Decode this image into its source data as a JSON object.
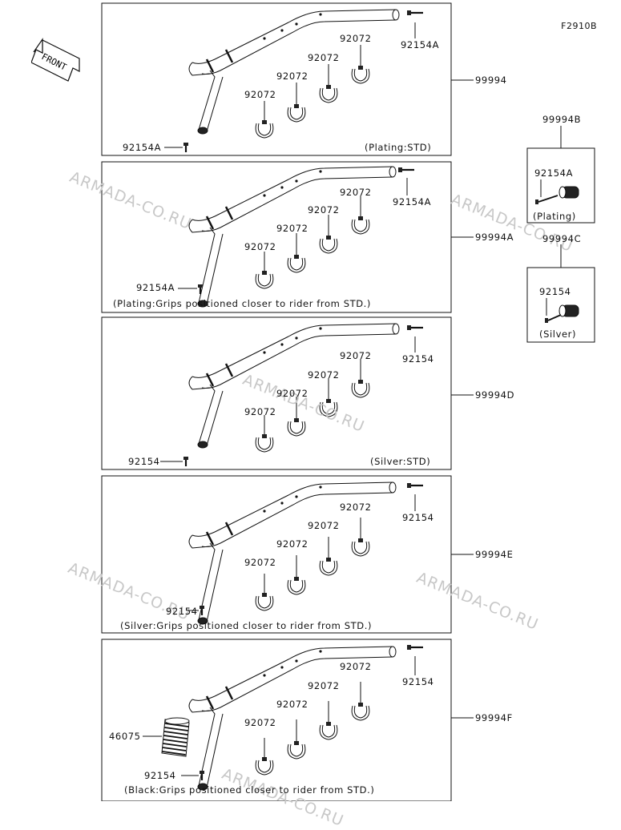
{
  "figure_id": "F2910B",
  "front_label": "FRONT",
  "watermark": "ARMADA-CO.RU",
  "panels": [
    {
      "assembly": "99994",
      "note": "(Plating:STD)",
      "bolt_top": "92154A",
      "bolt_bottom": "92154A",
      "clamps": [
        "92072",
        "92072",
        "92072",
        "92072"
      ]
    },
    {
      "assembly": "99994A",
      "note": "(Plating:Grips positioned closer to rider from STD.)",
      "bolt_top": "92154A",
      "bolt_bottom": "92154A",
      "clamps": [
        "92072",
        "92072",
        "92072",
        "92072"
      ]
    },
    {
      "assembly": "99994D",
      "note": "(Silver:STD)",
      "bolt_top": "92154",
      "bolt_bottom": "92154",
      "clamps": [
        "92072",
        "92072",
        "92072",
        "92072"
      ]
    },
    {
      "assembly": "99994E",
      "note": "(Silver:Grips positioned closer to rider from STD.)",
      "bolt_top": "92154",
      "bolt_bottom": "92154",
      "clamps": [
        "92072",
        "92072",
        "92072",
        "92072"
      ]
    },
    {
      "assembly": "99994F",
      "note": "(Black:Grips positioned closer to rider from STD.)",
      "bolt_top": "92154",
      "bolt_bottom": "92154",
      "clamps": [
        "92072",
        "92072",
        "92072",
        "92072"
      ],
      "grip": "46075"
    }
  ],
  "side_kits": [
    {
      "assembly": "99994B",
      "bolt": "92154A",
      "note": "(Plating)"
    },
    {
      "assembly": "99994C",
      "bolt": "92154",
      "note": "(Silver)"
    }
  ]
}
